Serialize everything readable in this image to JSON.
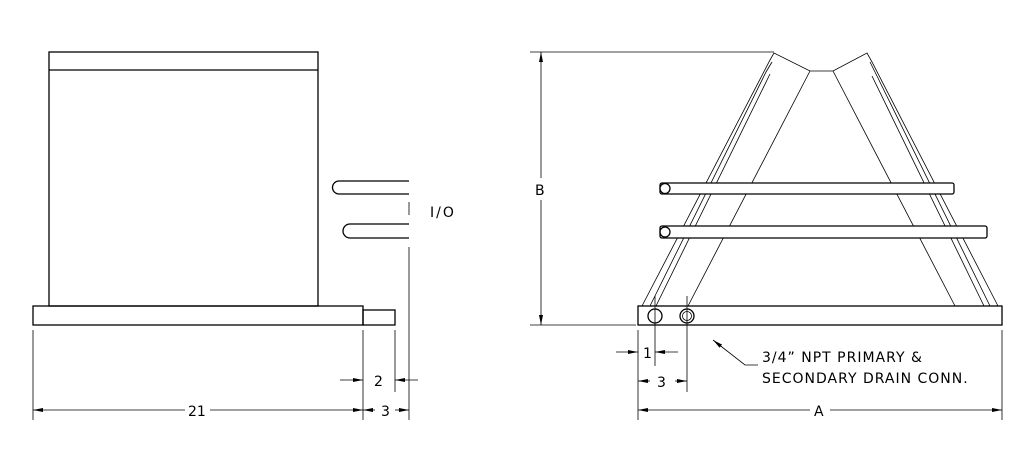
{
  "left_view": {
    "io_label": "I/O",
    "dim_width": "21",
    "dim_box": "2",
    "dim_pipe": "3"
  },
  "right_view": {
    "dim_height": "B",
    "dim_width": "A",
    "dim_drain1": "1",
    "dim_drain2": "3",
    "note_line1": "3/4” NPT PRIMARY &",
    "note_line2": "SECONDARY DRAIN CONN."
  }
}
